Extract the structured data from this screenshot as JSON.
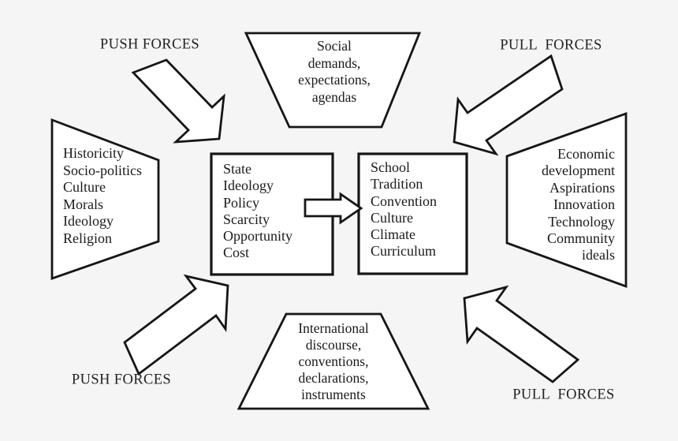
{
  "figure": {
    "background_color": "#f5f5f5",
    "shape_fill_color": "#ffffff",
    "stroke_color": "#161616",
    "text_color": "#1a1a1a"
  },
  "labels": {
    "push_top": "PUSH FORCES",
    "pull_top": "PULL FORCES",
    "push_bottom": "PUSH FORCES",
    "pull_bottom": "PULL FORCES"
  },
  "top_trapezoid": {
    "lines": [
      "Social",
      "demands,",
      "expectations,",
      "agendas"
    ]
  },
  "bottom_trapezoid": {
    "lines": [
      "International",
      "discourse,",
      "conventions,",
      "declarations,",
      "instruments"
    ]
  },
  "left_trapezoid": {
    "lines": [
      "Historicity",
      "Socio-politics",
      "Culture",
      "Morals",
      "Ideology",
      "Religion"
    ]
  },
  "right_trapezoid": {
    "lines": [
      "Economic",
      "development",
      "Aspirations",
      "Innovation",
      "Technology",
      "Community",
      "ideals"
    ]
  },
  "left_box": {
    "lines": [
      "State",
      "Ideology",
      "Policy",
      "Scarcity",
      "Opportunity",
      "Cost"
    ]
  },
  "right_box": {
    "lines": [
      "School",
      "Tradition",
      "Convention",
      "Culture",
      "Climate",
      "Curriculum"
    ]
  }
}
